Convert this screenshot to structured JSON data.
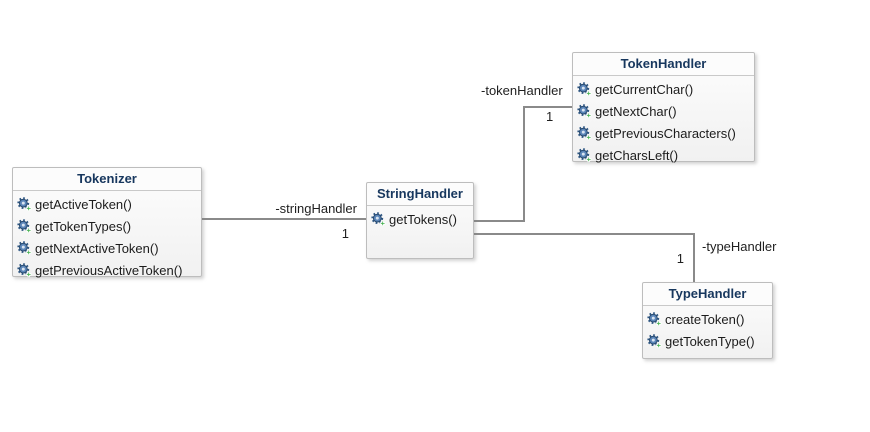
{
  "classes": [
    {
      "name": "Tokenizer",
      "methods": [
        "getActiveToken()",
        "getTokenTypes()",
        "getNextActiveToken()",
        "getPreviousActiveToken()"
      ]
    },
    {
      "name": "StringHandler",
      "methods": [
        "getTokens()"
      ]
    },
    {
      "name": "TokenHandler",
      "methods": [
        "getCurrentChar()",
        "getNextChar()",
        "getPreviousCharacters()",
        "getCharsLeft()"
      ]
    },
    {
      "name": "TypeHandler",
      "methods": [
        "createToken()",
        "getTokenType()"
      ]
    }
  ],
  "associations": [
    {
      "from": "Tokenizer",
      "to": "StringHandler",
      "role": "-stringHandler",
      "multiplicity": "1"
    },
    {
      "from": "StringHandler",
      "to": "TokenHandler",
      "role": "-tokenHandler",
      "multiplicity": "1"
    },
    {
      "from": "StringHandler",
      "to": "TypeHandler",
      "role": "-typeHandler",
      "multiplicity": "1"
    }
  ],
  "icons": {
    "method": "gear-plus-icon"
  },
  "colors": {
    "class_title_text": "#17375e",
    "box_border": "#bdbdbd",
    "box_fill": "#f4f4f4",
    "association_line": "#8a8a8a",
    "method_text": "#1c1c1c",
    "gear_blue": "#5b85b8",
    "plus_green": "#3fae49",
    "background": "#ffffff"
  }
}
